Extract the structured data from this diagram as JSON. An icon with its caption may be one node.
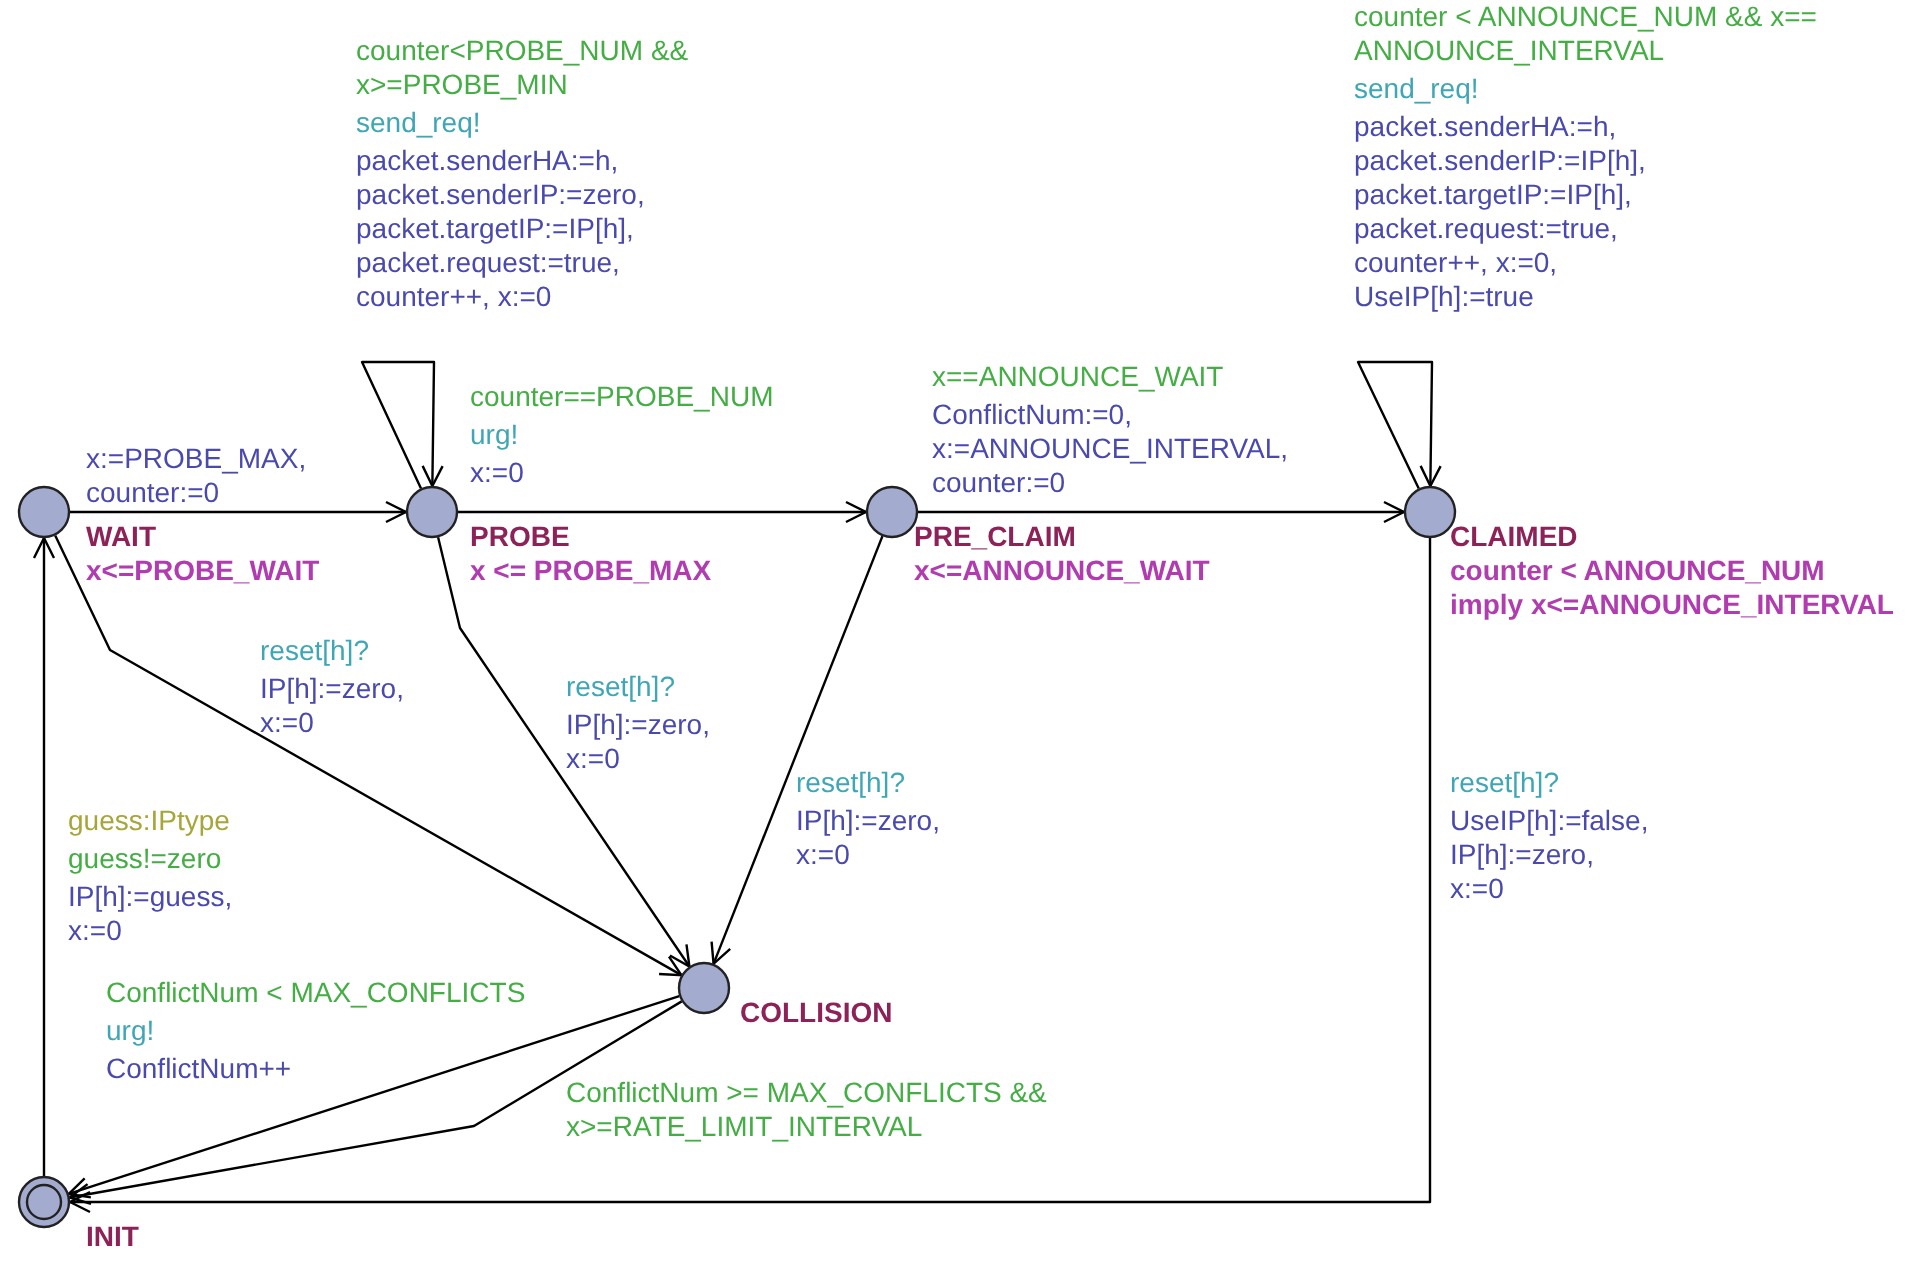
{
  "diagram": {
    "nodes": [
      {
        "text": [
          "WAIT",
          "x<=PROBE_WAIT"
        ]
      },
      {
        "text": [
          "PROBE",
          "x <= PROBE_MAX"
        ]
      },
      {
        "text": [
          "PRE_CLAIM",
          "x<=ANNOUNCE_WAIT"
        ]
      },
      {
        "text": [
          "CLAIMED",
          "counter < ANNOUNCE_NUM imply x<=ANNOUNCE_INTERVAL"
        ]
      },
      {
        "text": [
          "COLLISION"
        ]
      },
      {
        "text": [
          "INIT"
        ]
      }
    ],
    "edges": [
      {
        "from": 0,
        "to": 1,
        "arrow": "to",
        "label": "x:=PROBE_MAX, counter:=0"
      },
      {
        "from": 1,
        "to": 1,
        "arrow": "to",
        "label": "counter<PROBE_NUM && x>=PROBE_MIN send_req! packet.senderHA:=h, packet.senderIP:=zero, packet.targetIP:=IP[h], packet.request:=true, counter++, x:=0"
      },
      {
        "from": 1,
        "to": 2,
        "arrow": "to",
        "label": "counter==PROBE_NUM urg! x:=0"
      },
      {
        "from": 2,
        "to": 3,
        "arrow": "to",
        "label": "x==ANNOUNCE_WAIT ConflictNum:=0, x:=ANNOUNCE_INTERVAL, counter:=0"
      },
      {
        "from": 3,
        "to": 3,
        "arrow": "to",
        "label": "counter < ANNOUNCE_NUM && x== ANNOUNCE_INTERVAL send_req! packet.senderHA:=h, packet.senderIP:=IP[h], packet.targetIP:=IP[h], packet.request:=true, counter++, x:=0, UseIP[h]:=true"
      },
      {
        "from": 0,
        "to": 4,
        "arrow": "to",
        "label": "reset[h]? IP[h]:=zero, x:=0"
      },
      {
        "from": 1,
        "to": 4,
        "arrow": "to",
        "label": "reset[h]? IP[h]:=zero, x:=0"
      },
      {
        "from": 2,
        "to": 4,
        "arrow": "to",
        "label": "reset[h]? IP[h]:=zero, x:=0"
      },
      {
        "from": 3,
        "to": 5,
        "arrow": "to",
        "label": "reset[h]? UseIP[h]:=false, IP[h]:=zero, x:=0"
      },
      {
        "from": 5,
        "to": 0,
        "arrow": "to",
        "label": "guess:IPtype guess!=zero IP[h]:=guess, x:=0"
      },
      {
        "from": 4,
        "to": 5,
        "arrow": "to",
        "label": "ConflictNum < MAX_CONFLICTS urg! ConflictNum++"
      },
      {
        "from": 4,
        "to": 5,
        "arrow": "to",
        "label": "ConflictNum >= MAX_CONFLICTS && x>=RATE_LIMIT_INTERVAL"
      }
    ]
  }
}
